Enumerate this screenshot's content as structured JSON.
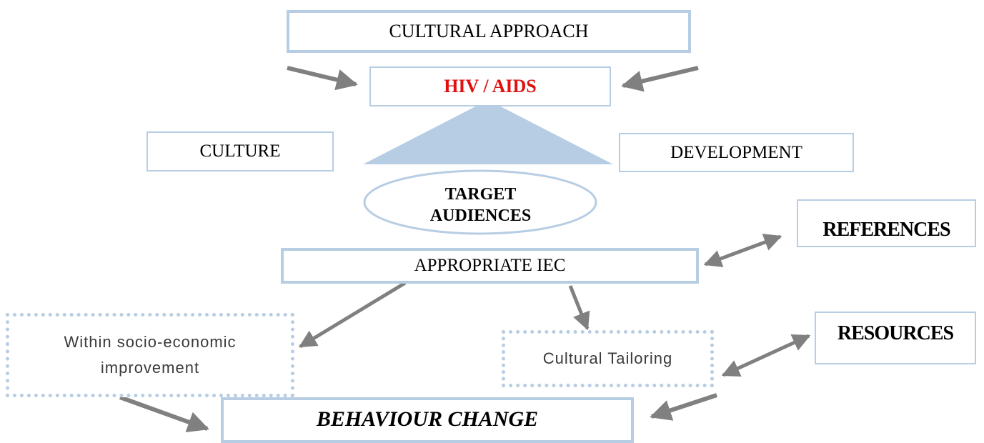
{
  "nodes": {
    "cultural_approach": "CULTURAL APPROACH",
    "hiv_aids": "HIV / AIDS",
    "culture": "CULTURE",
    "development": "DEVELOPMENT",
    "target_audiences": "TARGET AUDIENCES",
    "references": "REFERENCES",
    "appropriate_iec": "APPROPRIATE IEC",
    "within_socio_economic": "Within socio-economic improvement",
    "cultural_tailoring": "Cultural Tailoring",
    "resources": "RESOURCES",
    "behaviour_change": "BEHAVIOUR CHANGE"
  },
  "colors": {
    "box_border": "#b7cde3",
    "triangle_fill": "#b7cde3",
    "arrow": "#808080",
    "hiv_text": "#e01010"
  }
}
